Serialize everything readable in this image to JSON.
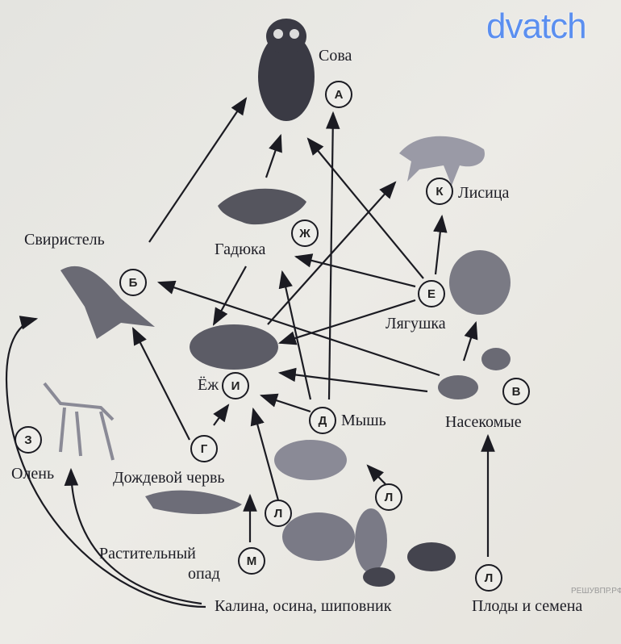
{
  "logo": "dvatch",
  "watermark": "РЕШУВПР.РФ",
  "nodes": {
    "owl": {
      "letter": "А",
      "label": "Сова"
    },
    "waxwing": {
      "letter": "Б",
      "label": "Свиристель"
    },
    "insects": {
      "letter": "В",
      "label": "Насекомые"
    },
    "worm": {
      "letter": "Г",
      "label": "Дождевой червь"
    },
    "mouse": {
      "letter": "Д",
      "label": "Мышь"
    },
    "frog": {
      "letter": "Е",
      "label": "Лягушка"
    },
    "viper": {
      "letter": "Ж",
      "label": "Гадюка"
    },
    "deer": {
      "letter": "З",
      "label": "Олень"
    },
    "hedgehog": {
      "letter": "И",
      "label": "Ёж"
    },
    "fox": {
      "letter": "К",
      "label": "Лисица"
    },
    "plants_1": {
      "letter": "Л"
    },
    "plants_2": {
      "letter": "Л"
    },
    "fruits": {
      "letter": "Л",
      "label": "Плоды и семена"
    },
    "litter": {
      "letter": "М",
      "label_line1": "Растительный",
      "label_line2": "опад"
    },
    "shrubs": {
      "label": "Калина, осина, шиповник"
    }
  }
}
